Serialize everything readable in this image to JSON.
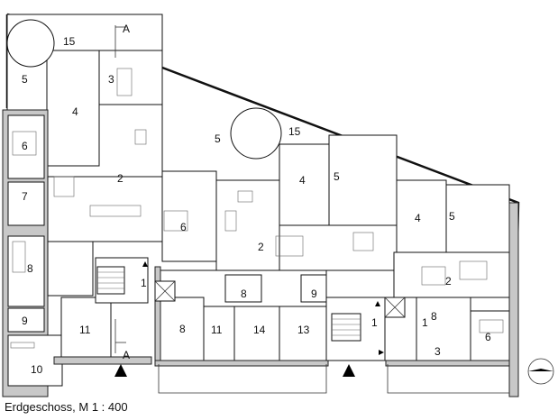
{
  "caption": "Erdgeschoss, M 1 : 400",
  "section_label": "A",
  "rooms": [
    "1",
    "2",
    "3",
    "4",
    "5",
    "6",
    "7",
    "8",
    "9",
    "10",
    "11",
    "13",
    "14",
    "15"
  ],
  "labels": {
    "r15a": "15",
    "r5a": "5",
    "r3a": "3",
    "r4a": "4",
    "r6a": "6",
    "r2a": "2",
    "r7a": "7",
    "r8a": "8",
    "r9a": "9",
    "r10": "10",
    "r11a": "11",
    "r1a": "1",
    "r5b": "5",
    "r15b": "15",
    "r4b": "4",
    "r5c": "5",
    "r6b": "6",
    "r2b": "2",
    "r8b": "8",
    "r9b": "9",
    "r8c": "8",
    "r11b": "11",
    "r14": "14",
    "r13": "13",
    "r1b": "1",
    "r4c": "4",
    "r5d": "5",
    "r2c": "2",
    "r8d": "8",
    "r1c": "1",
    "r3b": "3",
    "r6c": "6"
  }
}
